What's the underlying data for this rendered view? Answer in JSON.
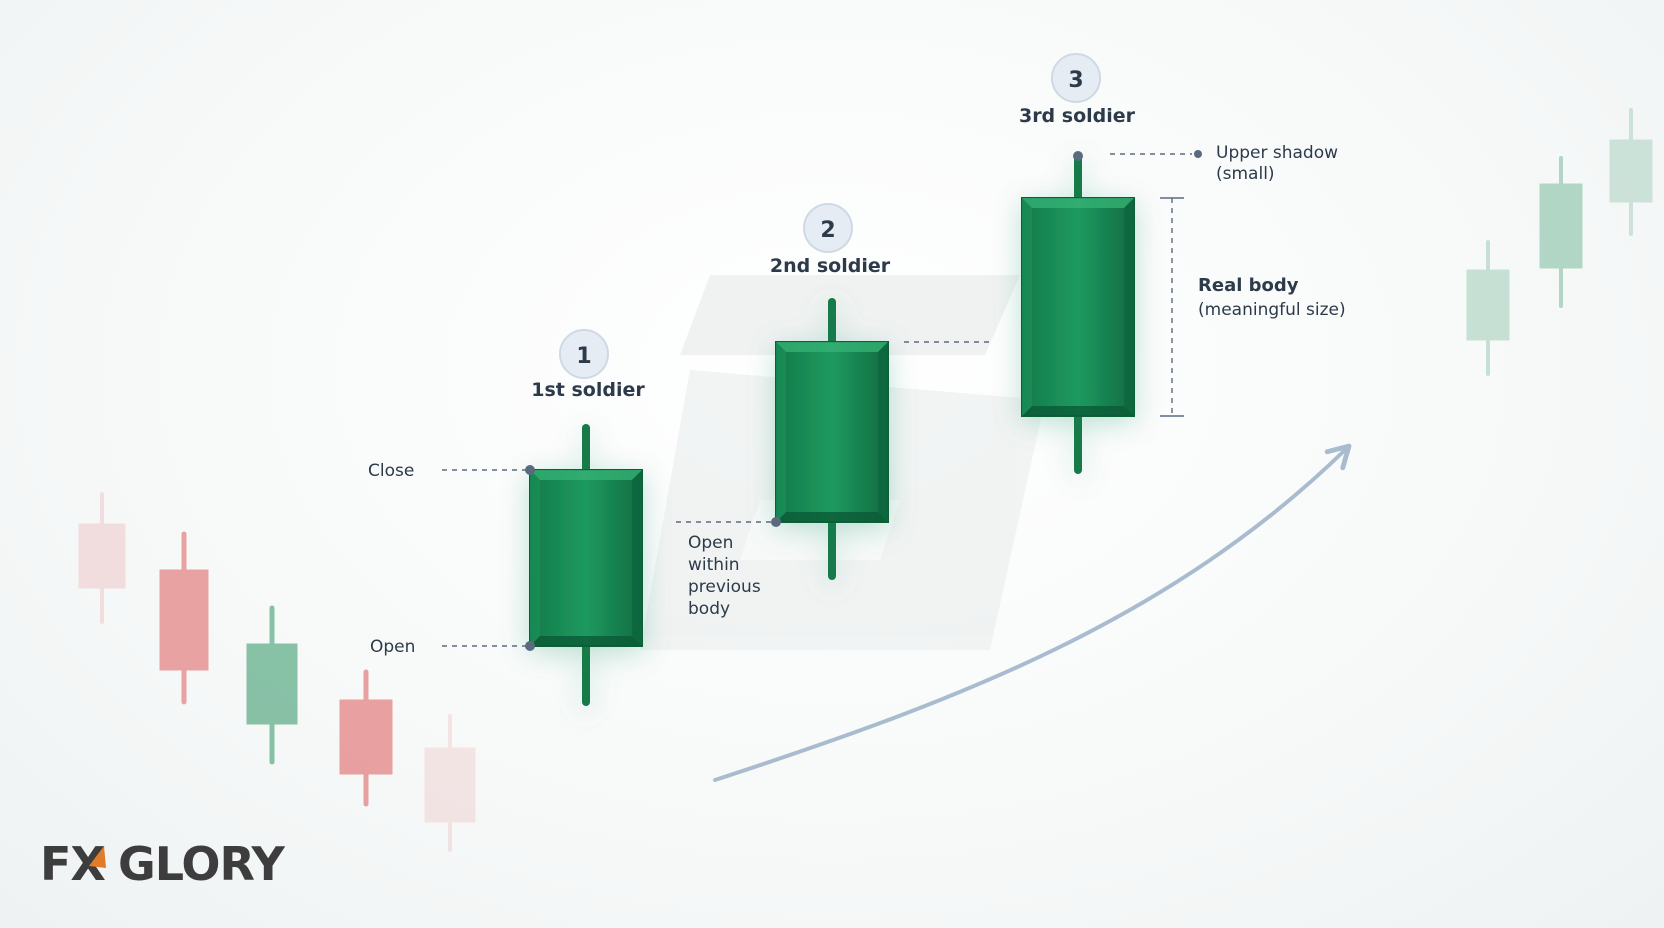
{
  "soldiers": [
    {
      "number": "1",
      "label": "1st soldier"
    },
    {
      "number": "2",
      "label": "2nd soldier"
    },
    {
      "number": "3",
      "label": "3rd soldier"
    }
  ],
  "annotations": {
    "close": "Close",
    "open": "Open",
    "open_within_lines": [
      "Open",
      "within",
      "previous",
      "body"
    ],
    "upper_shadow_lines": [
      "Upper shadow",
      "(small)"
    ],
    "real_body_title": "Real body",
    "real_body_sub": "(meaningful size)"
  },
  "logo": {
    "part1": "FX",
    "part2": "GLORY"
  },
  "colors": {
    "bull": "#1a8a55",
    "bull_dark": "#0f6b41",
    "bear": "#e06a6a",
    "text": "#2c3a4a",
    "guide": "#5b6b7f",
    "arrow": "#a9bccf",
    "logo_accent": "#e07b2a"
  }
}
